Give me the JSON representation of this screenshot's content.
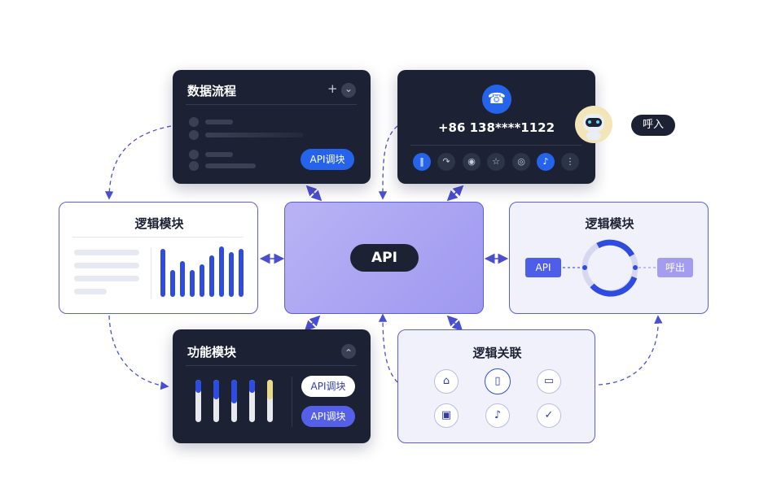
{
  "center": {
    "label": "API"
  },
  "top_left": {
    "title": "数据流程",
    "plus": "+",
    "chevron": "⌄",
    "button": "API调块"
  },
  "top_right": {
    "phone": "+86 138****1122",
    "incoming_label": "呼入",
    "phone_icon": "☎"
  },
  "mid_left": {
    "title": "逻辑模块",
    "bar_values": [
      8,
      4.5,
      6,
      4.5,
      5.5,
      7,
      8.5,
      7.5,
      8
    ]
  },
  "mid_right": {
    "title": "逻辑模块",
    "api_tag": "API",
    "out_tag": "呼出"
  },
  "bottom_left": {
    "title": "功能模块",
    "chevron": "⌃",
    "button1": "API调块",
    "button2": "API调块",
    "levels": [
      0.85,
      0.7,
      0.6,
      0.85,
      0.7
    ]
  },
  "bottom_right": {
    "title": "逻辑关联"
  },
  "colors": {
    "dark_card": "#1c2233",
    "accent_blue": "#2f4ce0",
    "center_purple": "#aaa4f2",
    "border": "#5a5fd8"
  }
}
